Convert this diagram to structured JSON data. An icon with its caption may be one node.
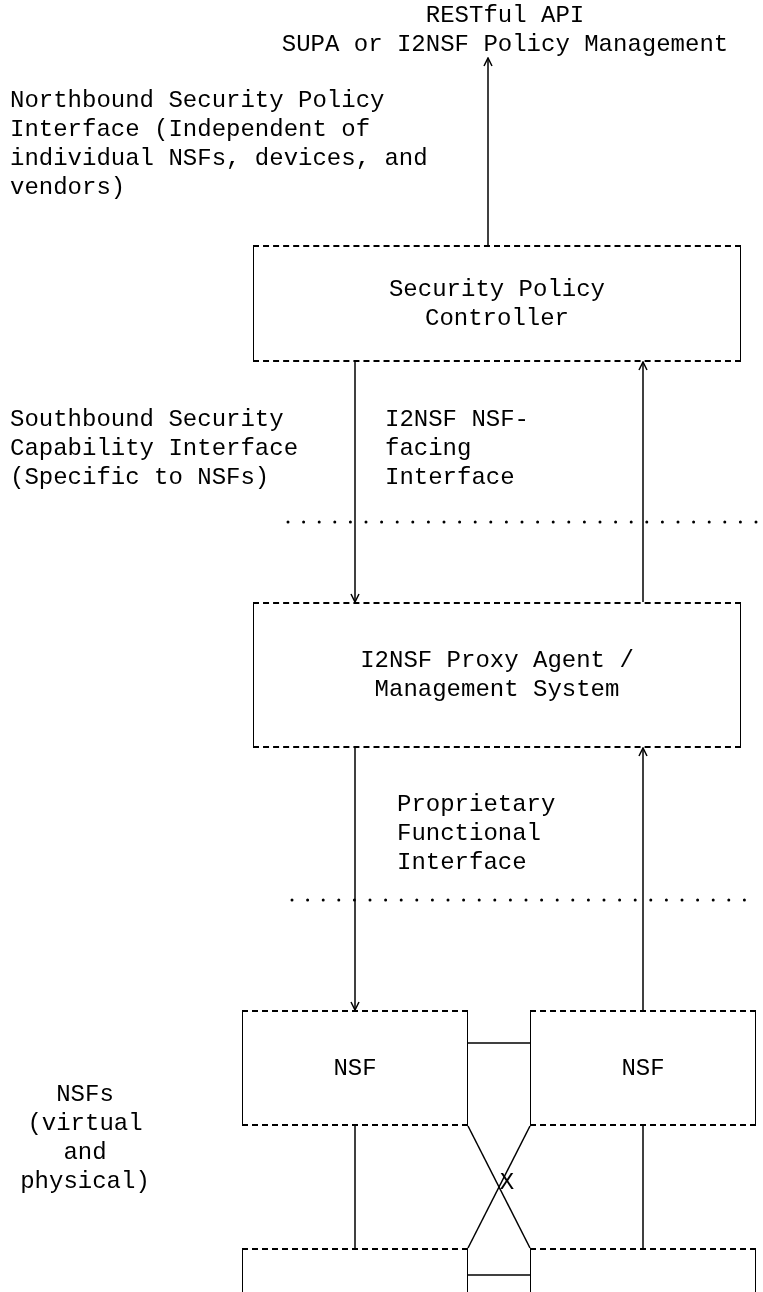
{
  "diagram": {
    "nodes": [
      {
        "text": [
          "RESTful API",
          "SUPA or I2NSF Policy Management"
        ]
      },
      {
        "text": [
          "Security Policy Controller"
        ]
      },
      {
        "text": [
          "I2NSF Proxy Agent / Management System"
        ]
      },
      {
        "text": [
          "NSF"
        ]
      },
      {
        "text": [
          "NSF"
        ]
      },
      {
        "text": [],
        "shape": "box"
      },
      {
        "text": [],
        "shape": "box"
      }
    ],
    "edges": [
      {
        "from": 1,
        "to": 0,
        "arrow": "to"
      },
      {
        "from": 1,
        "to": 2,
        "arrow": "to"
      },
      {
        "from": 2,
        "to": 1,
        "arrow": "to"
      },
      {
        "from": 2,
        "to": 3,
        "arrow": "to"
      },
      {
        "from": 4,
        "to": 2,
        "arrow": "to"
      },
      {
        "from": 3,
        "to": 4,
        "arrow": "none"
      },
      {
        "from": 3,
        "to": 5,
        "arrow": "none"
      },
      {
        "from": 3,
        "to": 6,
        "arrow": "none"
      },
      {
        "from": 4,
        "to": 5,
        "arrow": "none"
      },
      {
        "from": 4,
        "to": 6,
        "arrow": "none"
      },
      {
        "from": 5,
        "to": 6,
        "arrow": "none"
      }
    ],
    "labels": [
      "Northbound Security Policy Interface (Independent of individual NSFs, devices, and vendors)",
      "Southbound Security Capability Interface (Specific to NSFs)",
      "I2NSF NSF-facing Interface",
      "Proprietary Functional Interface",
      "NSFs (virtual and physical)",
      "X"
    ]
  }
}
